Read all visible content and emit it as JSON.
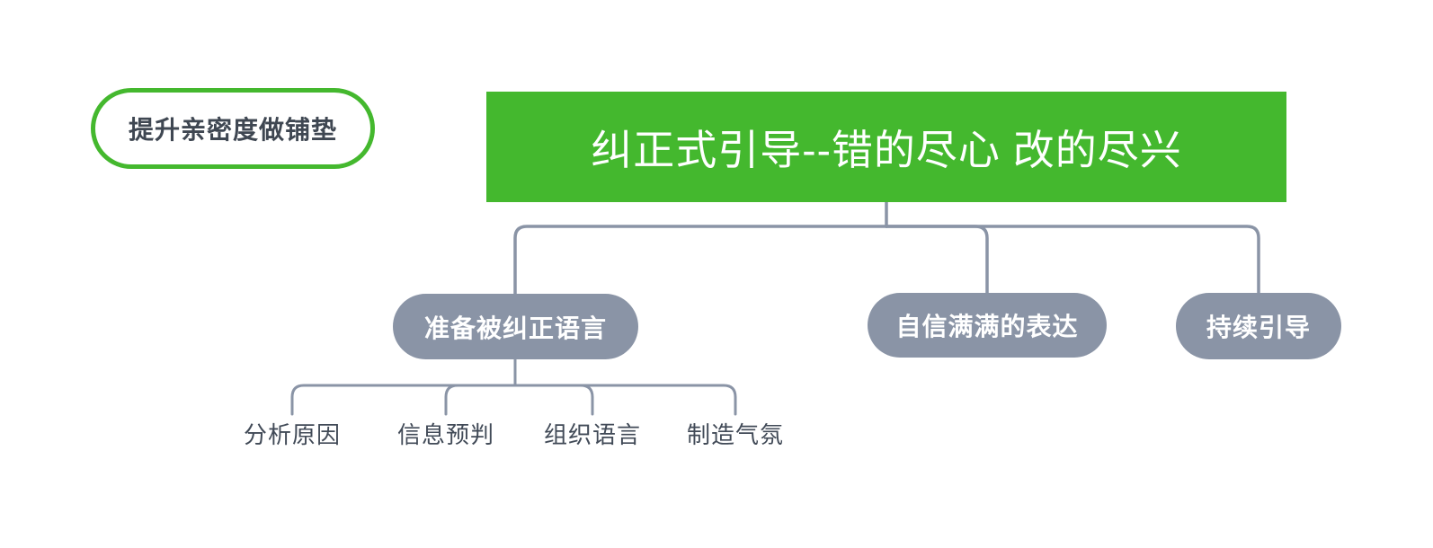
{
  "canvas": {
    "background": "#ffffff"
  },
  "diagram": {
    "type": "mindmap-tree",
    "colors": {
      "root_fill": "#44b82e",
      "root_text": "#ffffff",
      "branch_fill": "#8a94a6",
      "branch_text": "#ffffff",
      "floating_topic_border": "#44b82e",
      "floating_topic_text": "#3f4752",
      "leaf_text": "#414a57",
      "connector": "#8a94a6"
    },
    "floating_topic": {
      "label": "提升亲密度做铺垫"
    },
    "root_topic": {
      "label": "纠正式引导--错的尽心 改的尽兴"
    },
    "branches": [
      {
        "label": "准备被纠正语言",
        "children": [
          {
            "label": "分析原因"
          },
          {
            "label": "信息预判"
          },
          {
            "label": "组织语言"
          },
          {
            "label": "制造气氛"
          }
        ]
      },
      {
        "label": "自信满满的表达",
        "children": []
      },
      {
        "label": "持续引导",
        "children": []
      }
    ]
  }
}
